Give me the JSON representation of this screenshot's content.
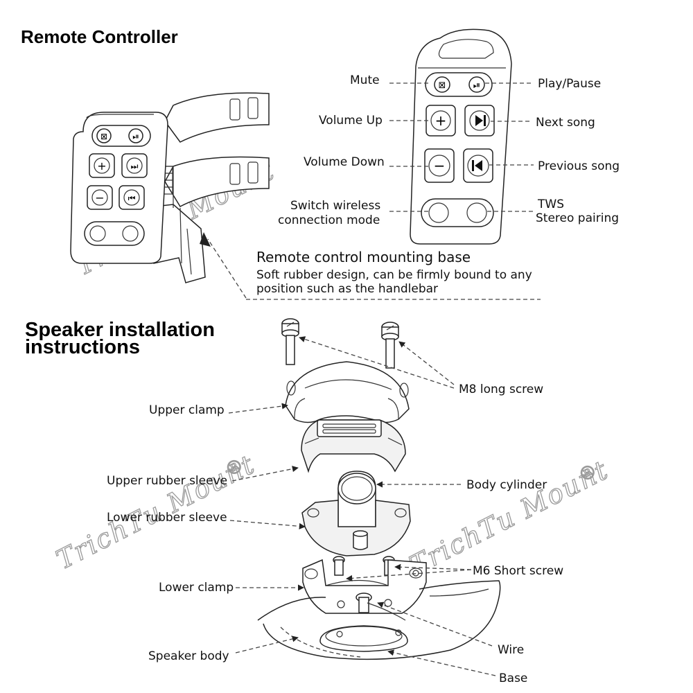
{
  "remote_section": {
    "title": "Remote Controller",
    "labels": {
      "mute": "Mute",
      "play_pause": "Play/Pause",
      "volume_up": "Volume Up",
      "next_song": "Next song",
      "volume_down": "Volume Down",
      "previous_song": "Previous song",
      "switch_mode_line1": "Switch wireless",
      "switch_mode_line2": "connection mode",
      "tws_line1": "TWS",
      "tws_line2": "Stereo pairing"
    },
    "mounting_base": {
      "title": "Remote control mounting base",
      "desc_line1": "Soft rubber design, can be firmly bound to any",
      "desc_line2": "position such as the handlebar"
    }
  },
  "speaker_section": {
    "title_line1": "Speaker installation",
    "title_line2": "instructions",
    "parts": {
      "m8_long_screw": "M8 long screw",
      "upper_clamp": "Upper clamp",
      "upper_rubber_sleeve": "Upper rubber sleeve",
      "body_cylinder": "Body cylinder",
      "lower_rubber_sleeve": "Lower rubber sleeve",
      "m6_short_screw": "M6 Short screw",
      "lower_clamp": "Lower clamp",
      "speaker_body": "Speaker body",
      "wire": "Wire",
      "base": "Base"
    }
  },
  "watermark": {
    "text": "TrichTu Mount",
    "mark": "®"
  }
}
